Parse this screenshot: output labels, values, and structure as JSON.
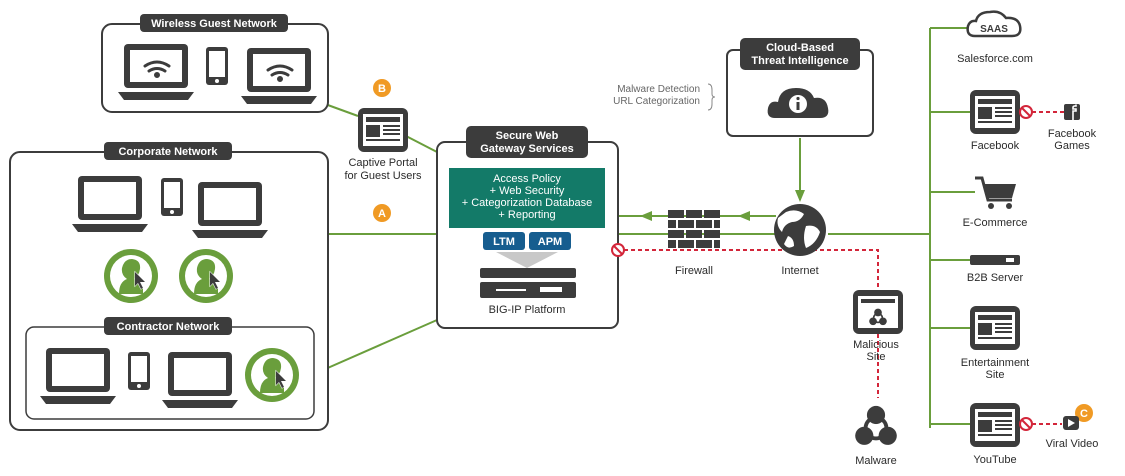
{
  "groups": {
    "wireless": "Wireless Guest Network",
    "corporate": "Corporate Network",
    "contractor": "Contractor Network"
  },
  "markers": {
    "a": "A",
    "b": "B",
    "c": "C"
  },
  "captive_portal": [
    "Captive Portal",
    "for Guest Users"
  ],
  "swg": {
    "title": [
      "Secure Web",
      "Gateway Services"
    ],
    "policy": [
      "Access Policy",
      "+ Web Security",
      "+ Categorization Database",
      "+ Reporting"
    ],
    "ltm": "LTM",
    "apm": "APM",
    "platform": "BIG-IP Platform"
  },
  "firewall": "Firewall",
  "internet": "Internet",
  "cloud": {
    "title": [
      "Cloud-Based",
      "Threat Intelligence"
    ],
    "services": [
      "Malware Detection",
      "URL Categorization"
    ]
  },
  "malicious": [
    "Malicious",
    "Site"
  ],
  "malware": "Malware",
  "destinations": {
    "saas_badge": "SAAS",
    "salesforce": "Salesforce.com",
    "facebook": "Facebook",
    "facebook_games": [
      "Facebook",
      "Games"
    ],
    "ecommerce": "E-Commerce",
    "b2b": "B2B Server",
    "entertainment": [
      "Entertainment",
      "Site"
    ],
    "youtube": "YouTube",
    "viral_video": "Viral Video"
  },
  "colors": {
    "green": "#6a9e3c",
    "teal": "#137a68",
    "blue": "#165d8f",
    "orange": "#f09a24",
    "red": "#d3263a",
    "dark": "#3c3c3c"
  }
}
